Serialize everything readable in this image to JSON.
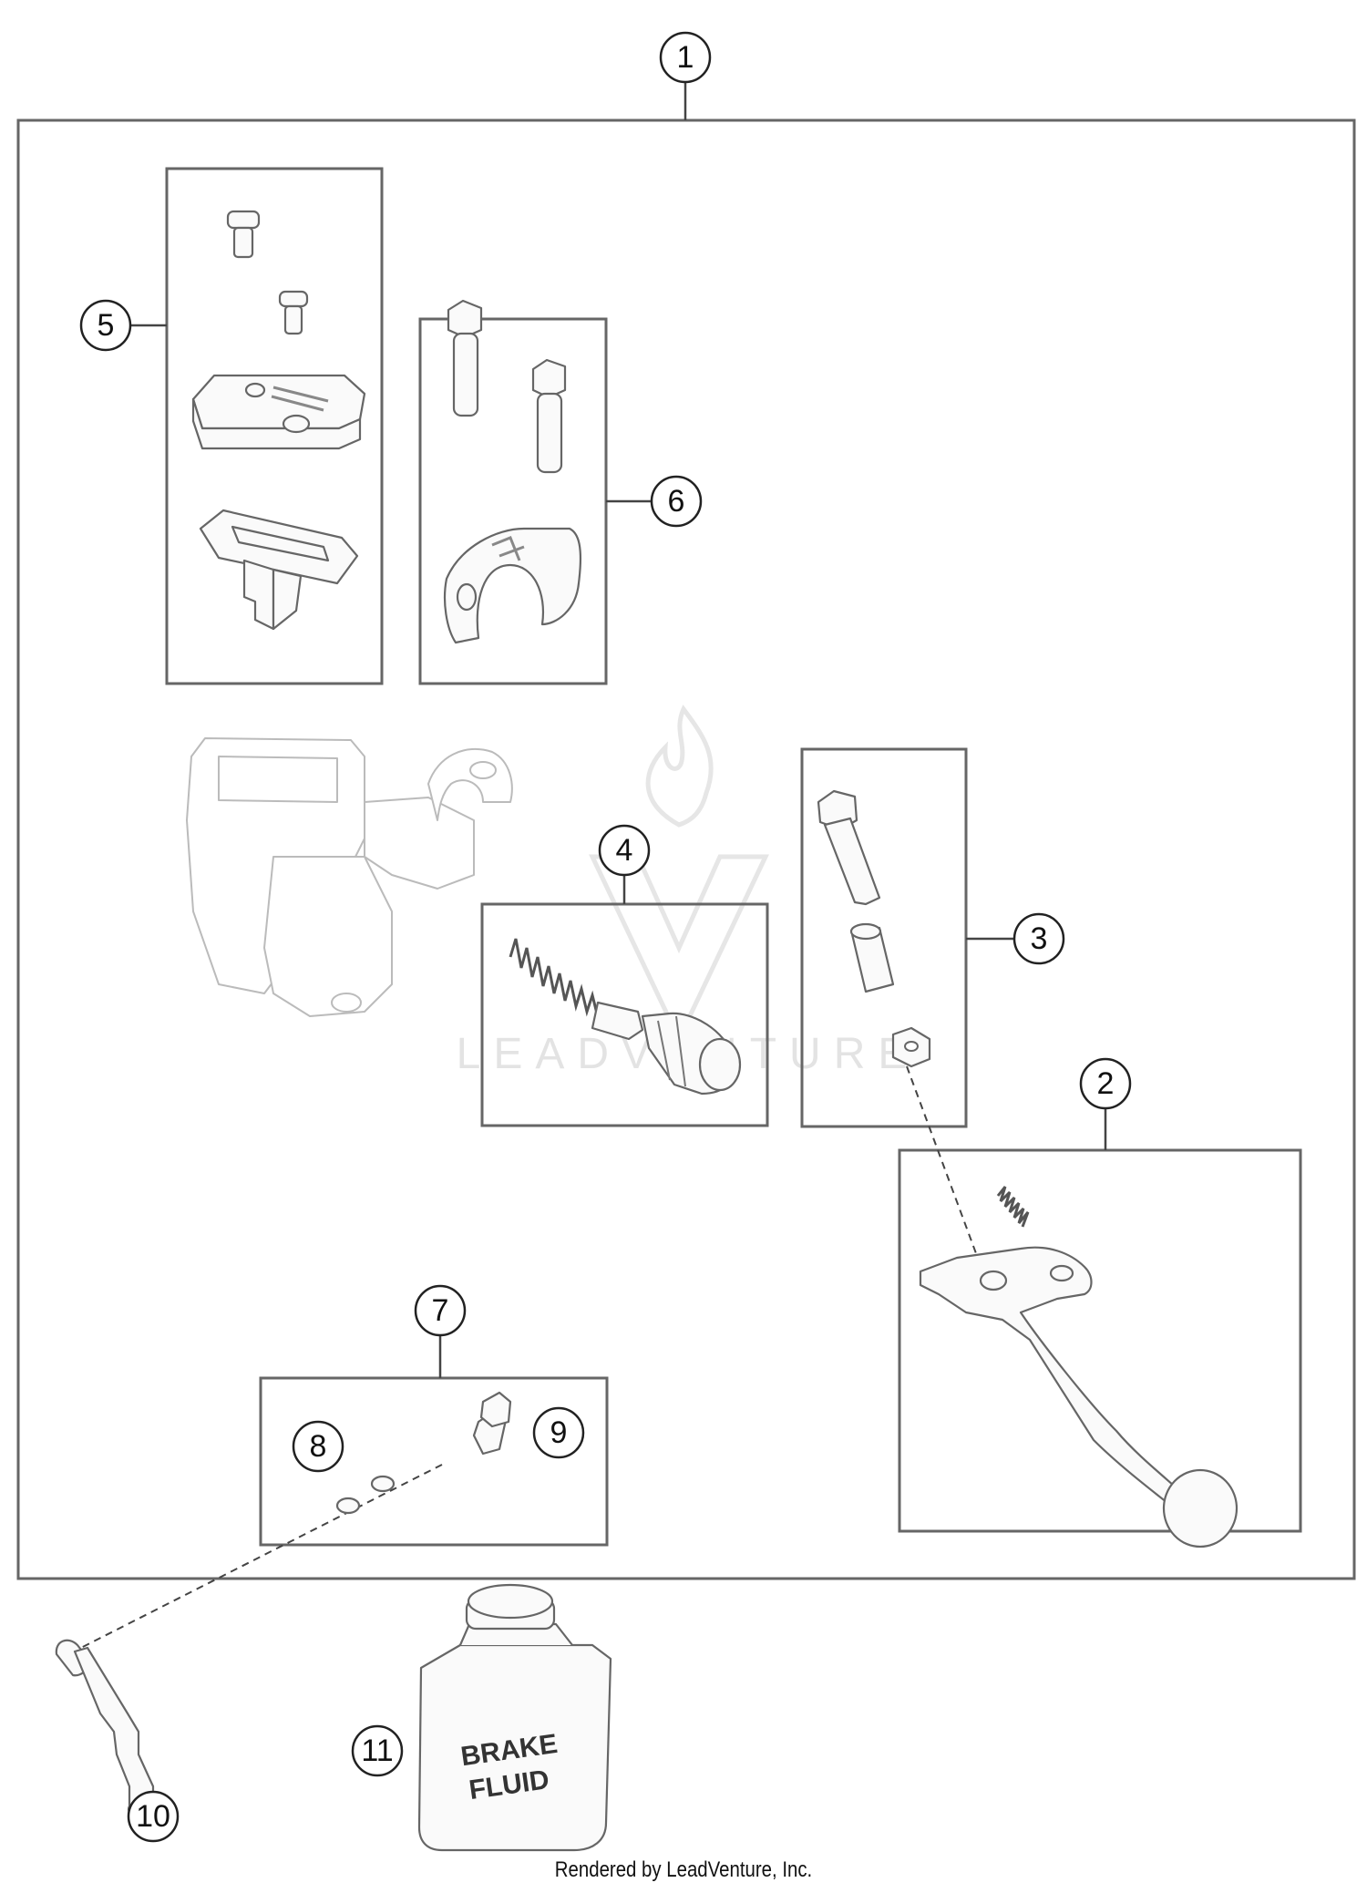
{
  "callouts": {
    "c1": "1",
    "c2": "2",
    "c3": "3",
    "c4": "4",
    "c5": "5",
    "c6": "6",
    "c7": "7",
    "c8": "8",
    "c9": "9",
    "c10": "10",
    "c11": "11"
  },
  "bottle_label": {
    "line1": "BRAKE",
    "line2": "FLUID"
  },
  "watermark": "LEADVENTURE",
  "credit": "Rendered by LeadVenture, Inc."
}
